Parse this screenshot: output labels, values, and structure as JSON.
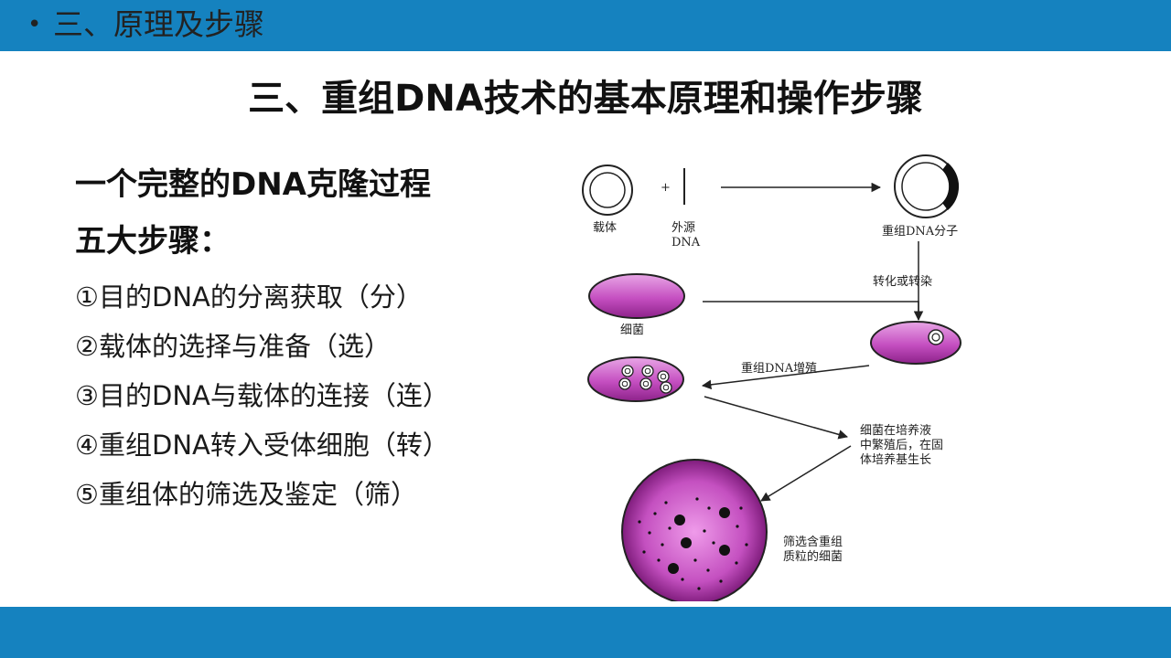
{
  "header": {
    "bullet": "•",
    "section_title": "三、原理及步骤"
  },
  "title": "三、重组DNA技术的基本原理和操作步骤",
  "left": {
    "heading1": "一个完整的DNA克隆过程",
    "heading2": "五大步骤：",
    "steps": [
      "①目的DNA的分离获取（分）",
      "②载体的选择与准备（选）",
      "③目的DNA与载体的连接（连）",
      "④重组DNA转入受体细胞（转）",
      "⑤重组体的筛选及鉴定（筛）"
    ]
  },
  "diagram": {
    "labels": {
      "vector": "载体",
      "plus": "+",
      "foreign_dna": "外源\nDNA",
      "recombinant_dna": "重组DNA分子",
      "transform": "转化或转染",
      "bacteria": "细菌",
      "amplify": "重组DNA增殖",
      "culture": "细菌在培养液\n中繁殖后，在固\n体培养基生长",
      "screen": "筛选含重组\n质粒的细菌"
    },
    "colors": {
      "cell_fill": "#cc55c8",
      "cell_dark": "#8a1f86",
      "bar": "#1582bf"
    }
  }
}
